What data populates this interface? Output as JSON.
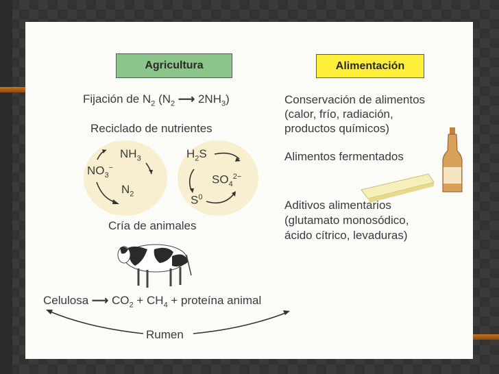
{
  "agricultura": {
    "header": "Agricultura",
    "fijacion": {
      "prefix": "Fijación de N",
      "s1": "2",
      "mid": " (N",
      "s2": "2",
      "arrow": "⟶",
      "product": " 2NH",
      "s3": "3",
      "close": ")"
    },
    "reciclado": "Reciclado de nutrientes",
    "nitrogen_cycle": {
      "nh3": "NH",
      "nh3_sub": "3",
      "no3": "NO",
      "no3_sub": "3",
      "no3_sup": "−",
      "n2": "N",
      "n2_sub": "2"
    },
    "sulfur_cycle": {
      "h2s_a": "H",
      "h2s_sub": "2",
      "h2s_b": "S",
      "so4": "SO",
      "so4_sub": "4",
      "so4_sup": "2−",
      "s0": "S",
      "s0_sup": "0"
    },
    "cria": "Cría de animales",
    "rumen_eq": {
      "celulosa": "Celulosa",
      "arrow": "⟶",
      "co2": "CO",
      "co2_sub": "2",
      "plus1": " + CH",
      "ch4_sub": "4",
      "rest": " + proteína animal"
    },
    "rumen": "Rumen"
  },
  "alimentacion": {
    "header": "Alimentación",
    "conservacion": [
      "Conservación de alimentos",
      "(calor, frío, radiación,",
      "productos químicos)"
    ],
    "fermentados": "Alimentos fermentados",
    "aditivos": [
      "Aditivos alimentarios",
      "(glutamato monosódico,",
      "ácido cítrico, levaduras)"
    ]
  },
  "colors": {
    "agri_box": "#8cc58a",
    "ali_box": "#ffee3a",
    "frame": "#3b3b3b",
    "accent": "#c6731f"
  }
}
